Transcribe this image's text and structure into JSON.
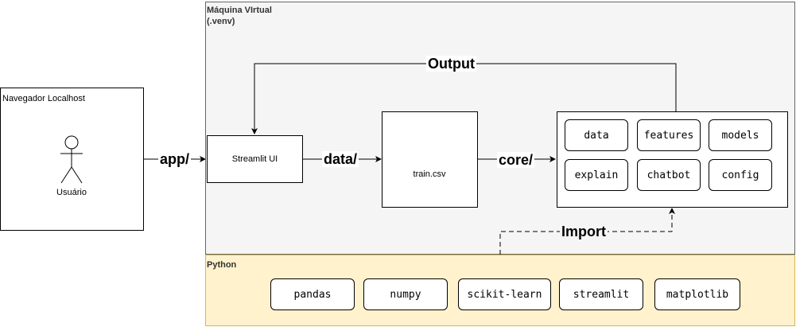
{
  "containers": {
    "vm_title": "Máquina VIrtual",
    "vm_subtitle": "(.venv)",
    "python_title": "Python",
    "browser_title": "Navegador Localhost"
  },
  "actor": {
    "label": "Usuário"
  },
  "nodes": {
    "streamlit_ui": "Streamlit UI",
    "train_csv": "train.csv"
  },
  "edges": {
    "app": "app/",
    "data": "data/",
    "core": "core/",
    "output": "Output",
    "import": "Import"
  },
  "core_modules": [
    "data",
    "features",
    "models",
    "explain",
    "chatbot",
    "config"
  ],
  "python_libs": [
    "pandas",
    "numpy",
    "scikit-learn",
    "streamlit",
    "matplotlib"
  ]
}
